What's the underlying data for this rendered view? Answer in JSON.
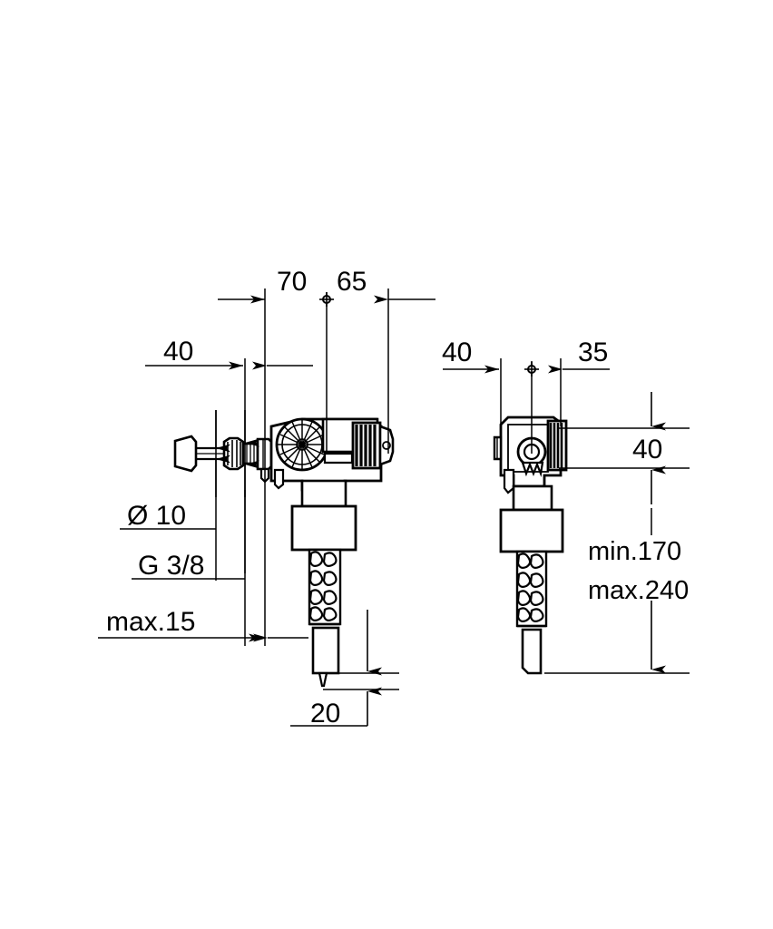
{
  "drawing": {
    "title": "Concealed fill valve - dimensioned technical drawing",
    "line_color": "#000000",
    "background_color": "#ffffff",
    "units_note": "mm",
    "views": [
      {
        "name": "front-view",
        "position": "left"
      },
      {
        "name": "side-view",
        "position": "right"
      }
    ]
  },
  "dimensions": {
    "front_view": {
      "top_left_value": "70",
      "top_right_value": "65",
      "offset_value": "40",
      "nozzle_diameter": "Ø 10",
      "thread_size": "G 3/8",
      "wall_thickness": "max.15",
      "tube_drop": "20"
    },
    "side_view": {
      "top_left_value": "40",
      "top_right_value": "35",
      "vertical_value": "40",
      "height_min": "min.170",
      "height_max": "max.240"
    }
  },
  "labels": [
    {
      "id": "dim-70",
      "text": "70"
    },
    {
      "id": "dim-65",
      "text": "65"
    },
    {
      "id": "dim-40-left",
      "text": "40"
    },
    {
      "id": "dim-dia-10",
      "text": "Ø 10"
    },
    {
      "id": "dim-g38",
      "text": "G 3/8"
    },
    {
      "id": "dim-max15",
      "text": "max.15"
    },
    {
      "id": "dim-20",
      "text": "20"
    },
    {
      "id": "dim-40-right",
      "text": "40"
    },
    {
      "id": "dim-35",
      "text": "35"
    },
    {
      "id": "dim-40-vert",
      "text": "40"
    },
    {
      "id": "dim-min170",
      "text": "min.170"
    },
    {
      "id": "dim-max240",
      "text": "max.240"
    }
  ]
}
